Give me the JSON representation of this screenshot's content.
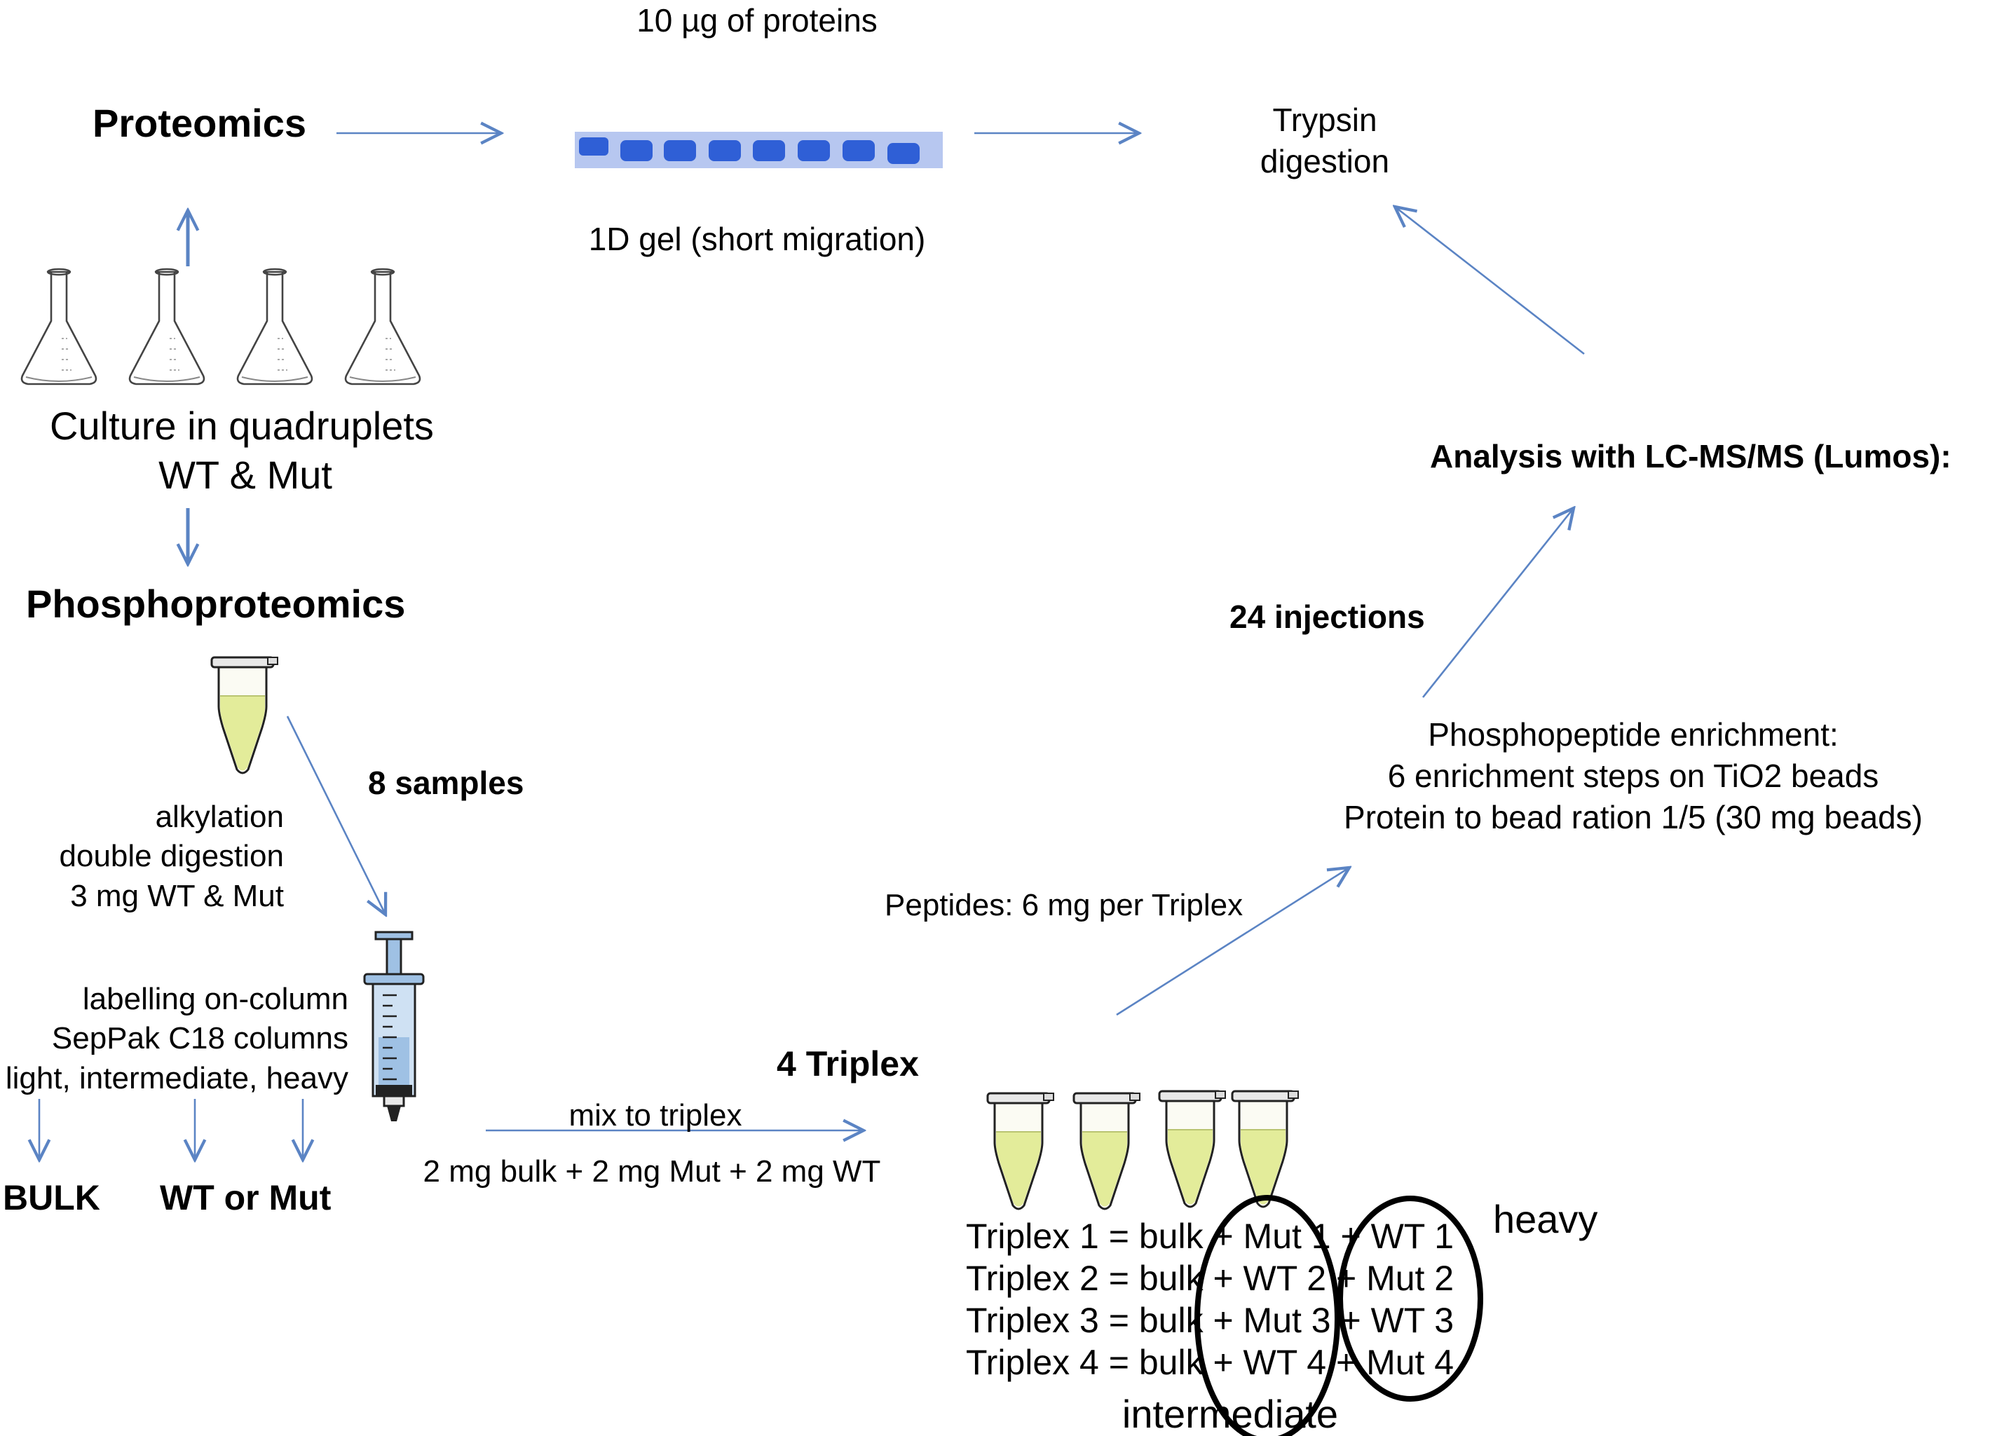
{
  "colors": {
    "arrow": "#5b84c4",
    "gel_band": "#2f5fd6",
    "gel_bg": "#9ab0ec",
    "tube_liquid": "#e3ec9a",
    "syringe_body": "#a8c6e6",
    "ellipse": "#000000"
  },
  "top_label": "10 µg of proteins",
  "proteomics": {
    "title": "Proteomics",
    "gel_caption": "1D gel (short migration)",
    "trypsin_line1": "Trypsin",
    "trypsin_line2": "digestion"
  },
  "culture": {
    "line1": "Culture in  quadruplets",
    "line2": "WT & Mut"
  },
  "phospho": {
    "title": "Phosphoproteomics",
    "samples": "8 samples",
    "steps": "alkylation\ndouble digestion\n3 mg WT & Mut",
    "labelling": "labelling on-column\nSepPak C18 columns\nlight, intermediate, heavy",
    "bulk": "BULK",
    "wt_or_mut": "WT or Mut"
  },
  "mix": {
    "label": "mix to triplex",
    "amounts": "2 mg bulk + 2 mg Mut + 2 mg WT",
    "triplex_title": "4 Triplex"
  },
  "triplex_lines": [
    "Triplex 1 = bulk + Mut 1 + WT 1",
    "Triplex 2 = bulk + WT 2 + Mut 2",
    "Triplex 3 = bulk + Mut 3 + WT 3",
    "Triplex 4 = bulk + WT 4 + Mut 4"
  ],
  "channel_labels": {
    "intermediate": "intermediate",
    "heavy": "heavy"
  },
  "peptides_label": "Peptides: 6 mg per Triplex",
  "enrichment": {
    "line1": "Phosphopeptide enrichment:",
    "line2": "6 enrichment steps on TiO2 beads",
    "line3": "Protein to bead ration 1/5 (30 mg beads)"
  },
  "injections": "24 injections",
  "analysis": "Analysis with LC-MS/MS (Lumos):"
}
